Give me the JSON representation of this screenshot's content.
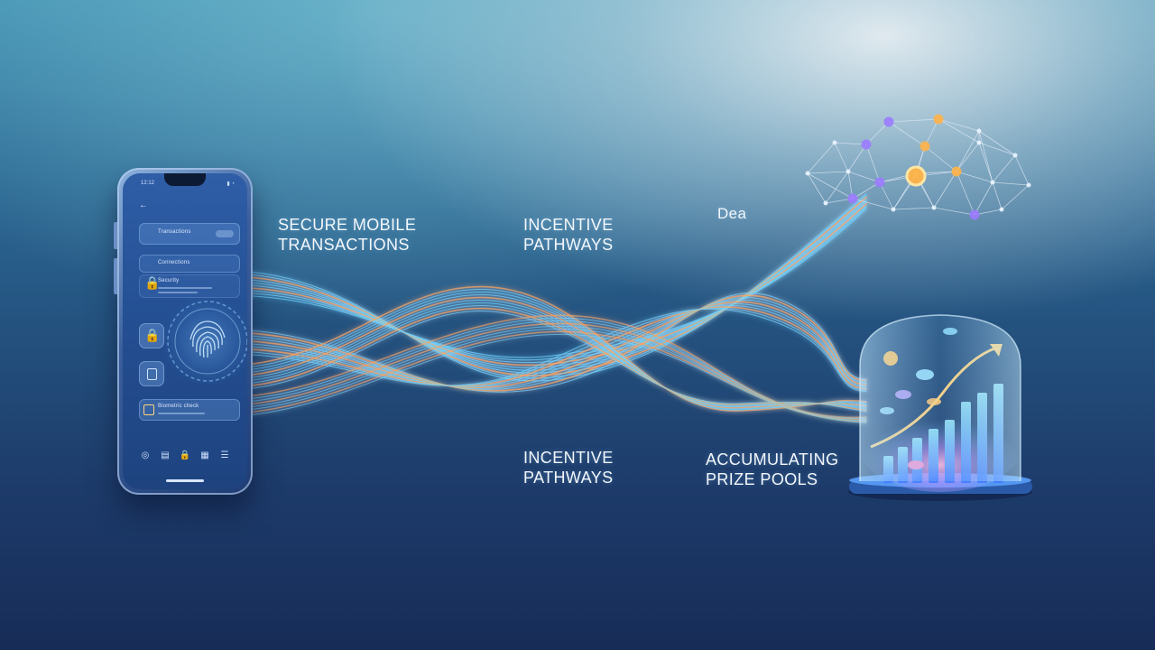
{
  "labels": {
    "secure_line1": "SECURE MOBILE",
    "secure_line2": "TRANSACTIONS",
    "incentive_top_line1": "INCENTIVE",
    "incentive_top_line2": "PATHWAYS",
    "incentive_bottom_line1": "INCENTIVE",
    "incentive_bottom_line2": "PATHWAYS",
    "dea": "Dea",
    "prize_line1": "ACCUMULATING",
    "prize_line2": "PRIZE POOLS"
  },
  "phone": {
    "status_time": "12:12",
    "card_1_text": "Transactions",
    "card_2_text": "Connections",
    "card_3_text": "Security",
    "card_4_text": "Biometric check"
  },
  "colors": {
    "blue_flow": "#6fd3ff",
    "orange_flow": "#ffa75a",
    "node_orange": "#ffb347",
    "node_purple": "#9b7bff",
    "text": "#f3f7fb"
  },
  "icons": {
    "lock": "lock-icon",
    "fingerprint": "fingerprint-icon",
    "back": "back-arrow-icon",
    "coin": "coin-icon",
    "growth_arrow": "growth-arrow-icon"
  }
}
